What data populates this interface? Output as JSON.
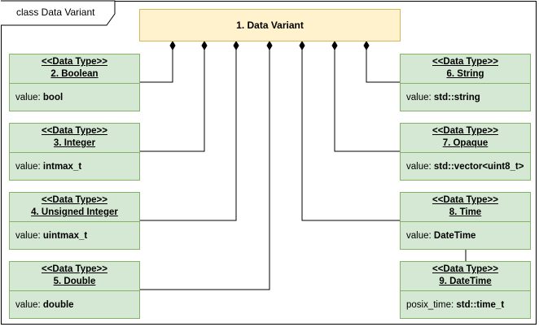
{
  "frame": {
    "label": "class Data Variant"
  },
  "variant": {
    "title": "1. Data Variant"
  },
  "classes": [
    {
      "stereotype": "<<Data Type>>",
      "name": "2. Boolean",
      "attr_name": "value:",
      "attr_type": "bool"
    },
    {
      "stereotype": "<<Data Type>>",
      "name": "3. Integer",
      "attr_name": "value:",
      "attr_type": "intmax_t"
    },
    {
      "stereotype": "<<Data Type>>",
      "name": "4. Unsigned Integer",
      "attr_name": "value:",
      "attr_type": "uintmax_t"
    },
    {
      "stereotype": "<<Data Type>>",
      "name": "5. Double",
      "attr_name": "value:",
      "attr_type": "double"
    },
    {
      "stereotype": "<<Data Type>>",
      "name": "6. String",
      "attr_name": "value:",
      "attr_type": "std::string"
    },
    {
      "stereotype": "<<Data Type>>",
      "name": "7. Opaque",
      "attr_name": "value:",
      "attr_type": "std::vector<uint8_t>"
    },
    {
      "stereotype": "<<Data Type>>",
      "name": "8. Time",
      "attr_name": "value:",
      "attr_type": "DateTime"
    },
    {
      "stereotype": "<<Data Type>>",
      "name": "9. DateTime",
      "attr_name": "posix_time:",
      "attr_type": "std::time_t"
    }
  ],
  "colors": {
    "variant_fill": "#fff2cc",
    "variant_stroke": "#d6b656",
    "class_fill": "#d5e8d4",
    "class_stroke": "#82b366"
  }
}
